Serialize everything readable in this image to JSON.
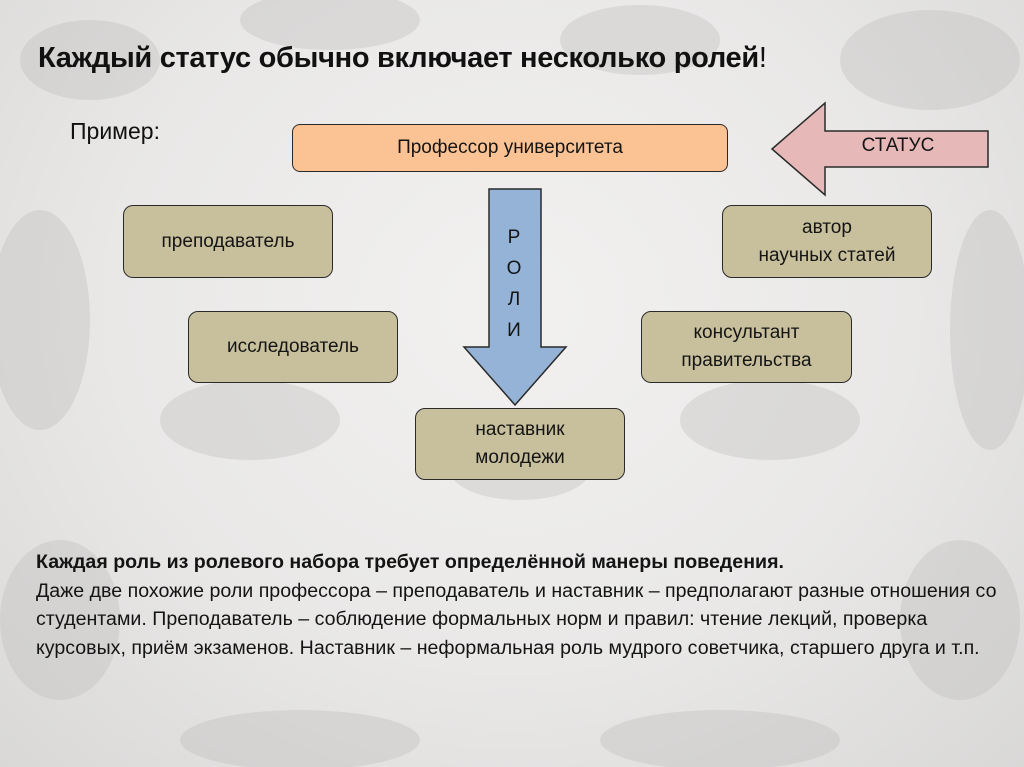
{
  "slide": {
    "title": "Каждый статус обычно включает несколько ролей",
    "title_punct": "!",
    "example_label": "Пример:"
  },
  "diagram": {
    "status_box": "Профессор университета",
    "status_arrow_label": "СТАТУС",
    "roles_arrow_letters": [
      "Р",
      "О",
      "Л",
      "И"
    ],
    "roles": [
      {
        "id": "prep",
        "lines": [
          "преподаватель"
        ]
      },
      {
        "id": "issl",
        "lines": [
          "исследователь"
        ]
      },
      {
        "id": "avtor",
        "lines": [
          "автор",
          "научных статей"
        ]
      },
      {
        "id": "kons",
        "lines": [
          "консультант",
          "правительства"
        ]
      },
      {
        "id": "nast",
        "lines": [
          "наставник",
          "молодежи"
        ]
      }
    ],
    "colors": {
      "status_box": "#fbc393",
      "status_arrow": "#e6b9b8",
      "roles_arrow": "#95b3d7",
      "role_box": "#c8c09c"
    }
  },
  "paragraph": {
    "lead": "Каждая роль из ролевого набора требует определённой манеры поведения.",
    "body": "Даже две похожие роли профессора – преподаватель и наставник – предполагают разные отношения со студентами. Преподаватель – соблюдение формальных норм и правил: чтение лекций, проверка курсовых, приём экзаменов. Наставник – неформальная роль мудрого советчика, старшего друга и т.п."
  }
}
